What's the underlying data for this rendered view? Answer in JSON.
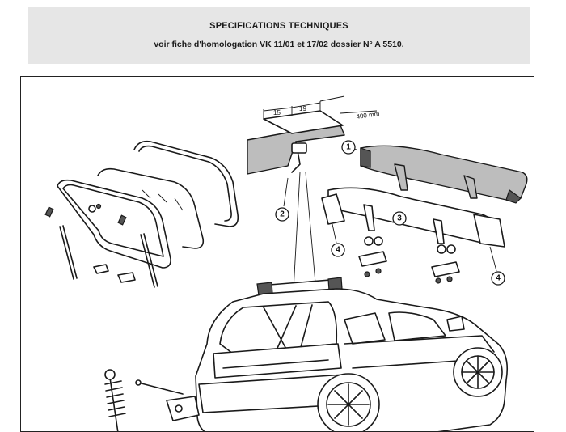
{
  "header": {
    "title": "SPECIFICATIONS TECHNIQUES",
    "subtitle": "voir fiche d'homologation VK 11/01 et 17/02 dossier N° A 5510."
  },
  "figure": {
    "dimensions": {
      "d1": "15",
      "d2": "19",
      "d3": "400 mm"
    },
    "callouts": {
      "c1": "1",
      "c2": "2",
      "c3": "3",
      "c4a": "4",
      "c4b": "4"
    }
  }
}
